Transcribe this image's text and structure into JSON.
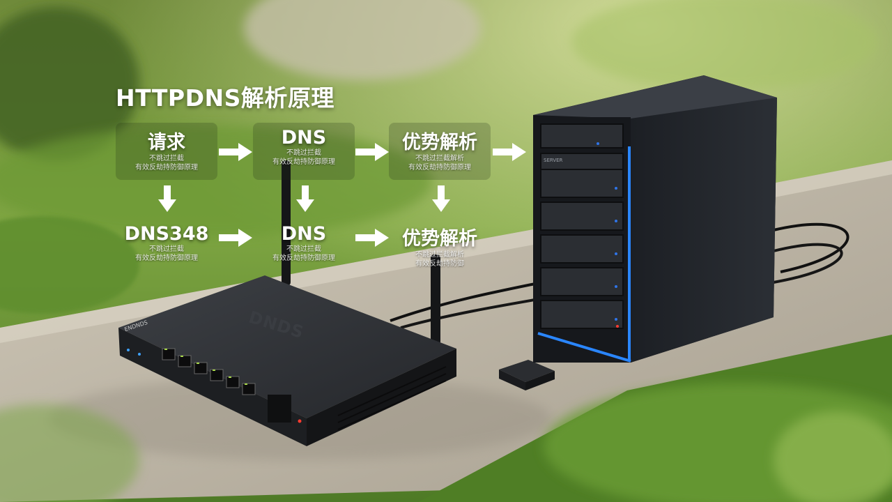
{
  "title": "HTTPDNS解析原理",
  "flow": {
    "row1": [
      {
        "label": "请求",
        "sub1": "不跳过拦截",
        "sub2": "有效反劫持防御原理"
      },
      {
        "label": "DNS",
        "sub1": "不跳过拦截",
        "sub2": "有效反劫持防御原理"
      },
      {
        "label": "优势解析",
        "sub1": "不跳过拦截解析",
        "sub2": "有效反劫持防御原理"
      }
    ],
    "row2": [
      {
        "label": "DNS348",
        "sub1": "不跳过拦截",
        "sub2": "有效反劫持防御原理"
      },
      {
        "label": "DNS",
        "sub1": "不跳过拦截",
        "sub2": "有效反劫持防御原理"
      },
      {
        "label": "优势解析",
        "sub1": "不跳过拦截解析",
        "sub2": "有效反劫持防御"
      }
    ]
  },
  "devices": {
    "router_brand": "DNDS",
    "router_model": "ENDNDS",
    "server_label": "SERVER"
  },
  "colors": {
    "text": "#ffffff",
    "server_glow": "#1e7bff",
    "grass": "#5c8f30",
    "stone": "#b9b2a4"
  }
}
